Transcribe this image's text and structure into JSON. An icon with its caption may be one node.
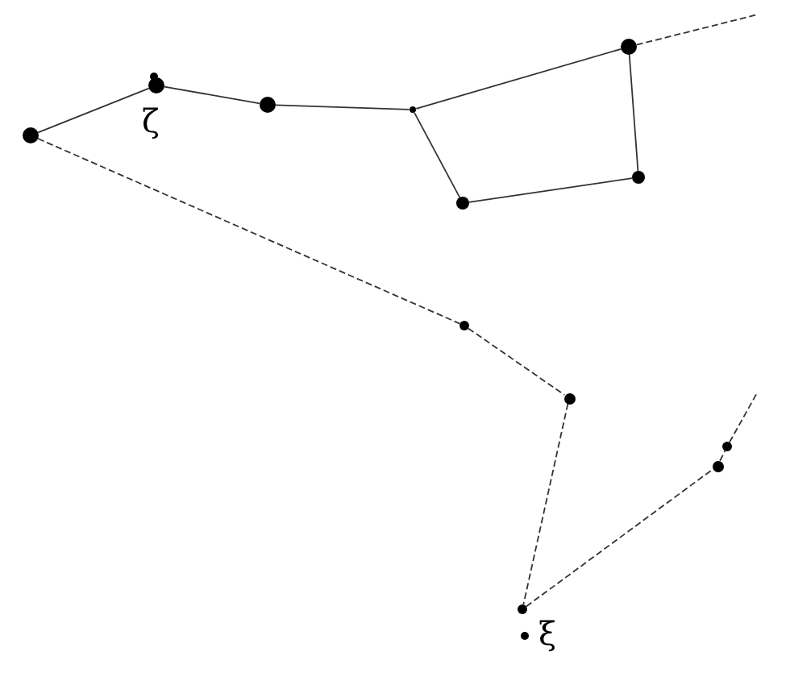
{
  "diagram": {
    "nodes": [
      {
        "text": [],
        "shape": "circle"
      },
      {
        "text": [],
        "shape": "circle"
      },
      {
        "text": [],
        "shape": "circle",
        "beside": [
          "ζ"
        ]
      },
      {
        "text": [],
        "shape": "circle"
      },
      {
        "text": [],
        "shape": "circle"
      },
      {
        "text": [],
        "shape": "circle"
      },
      {
        "text": [],
        "shape": "circle"
      },
      {
        "text": [],
        "shape": "circle"
      },
      {
        "text": [],
        "shape": "circle",
        "beside": [
          "ξ"
        ]
      },
      {
        "text": [],
        "shape": "circle"
      },
      {
        "text": [],
        "shape": "circle"
      },
      {
        "text": [],
        "shape": "circle"
      },
      {
        "text": [],
        "shape": "circle"
      },
      {
        "text": [],
        "shape": "circle"
      }
    ],
    "edges": [
      {
        "from": 0,
        "to": 2,
        "arrow": "none"
      },
      {
        "from": 2,
        "to": 3,
        "arrow": "none"
      },
      {
        "from": 3,
        "to": 4,
        "arrow": "none"
      },
      {
        "from": 4,
        "to": 5,
        "arrow": "none"
      },
      {
        "from": 5,
        "to": 11,
        "arrow": "none"
      },
      {
        "from": 11,
        "to": 10,
        "arrow": "none"
      },
      {
        "from": 10,
        "to": 4,
        "arrow": "none"
      },
      {
        "from": 0,
        "to": 6,
        "arrow": "none",
        "style": "dashed"
      },
      {
        "from": 6,
        "to": 9,
        "arrow": "none",
        "style": "dashed"
      },
      {
        "from": 9,
        "to": 7,
        "arrow": "none",
        "style": "dashed"
      },
      {
        "from": 7,
        "to": 12,
        "arrow": "none",
        "style": "dashed"
      },
      {
        "from": 12,
        "to": 13,
        "arrow": "none",
        "style": "dashed"
      },
      {
        "from": 13,
        "to": null,
        "arrow": "none",
        "style": "dashed"
      },
      {
        "from": 10,
        "to": null,
        "arrow": "none",
        "style": "dashed"
      }
    ]
  }
}
